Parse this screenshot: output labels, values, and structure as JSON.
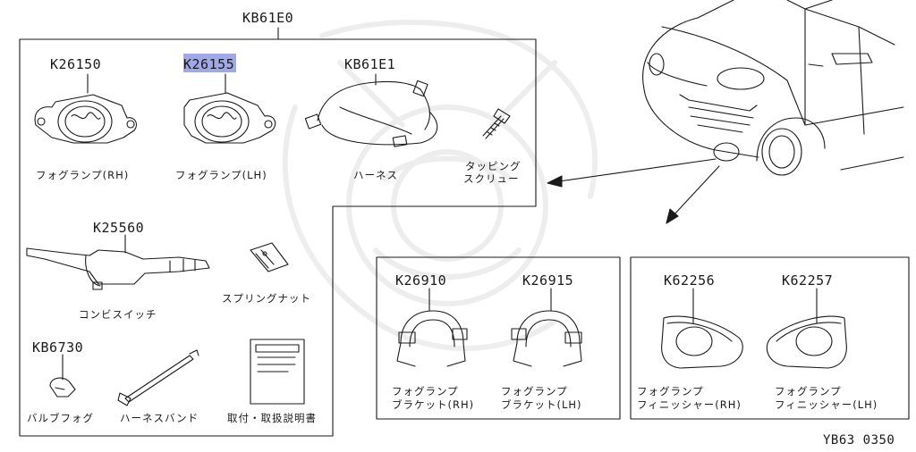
{
  "assembly": {
    "code": "KB61E0"
  },
  "parts": [
    {
      "id": "fog-lamp-rh",
      "code": "K26150",
      "name": "フォグランプ(RH)"
    },
    {
      "id": "fog-lamp-lh",
      "code": "K26155",
      "name": "フォグランプ(LH)",
      "highlighted": true
    },
    {
      "id": "harness",
      "code": "KB61E1",
      "name": "ハーネス"
    },
    {
      "id": "tapping-screw",
      "code": "",
      "name_line1": "タッピング",
      "name_line2": "スクリュー"
    },
    {
      "id": "combination-switch",
      "code": "K25560",
      "name": "コンビスイッチ"
    },
    {
      "id": "spring-nut",
      "code": "",
      "name": "スプリングナット"
    },
    {
      "id": "bulb-fog",
      "code": "KB6730",
      "name": "バルブフォグ"
    },
    {
      "id": "harness-band",
      "code": "",
      "name": "ハーネスバンド"
    },
    {
      "id": "instruction-manual",
      "code": "",
      "name": "取付・取扱説明書"
    },
    {
      "id": "fog-bracket-rh",
      "code": "K26910",
      "name_line1": "フォグランプ",
      "name_line2": "ブラケット(RH)"
    },
    {
      "id": "fog-bracket-lh",
      "code": "K26915",
      "name_line1": "フォグランプ",
      "name_line2": "ブラケット(LH)"
    },
    {
      "id": "fog-finisher-rh",
      "code": "K62256",
      "name_line1": "フォグランプ",
      "name_line2": "フィニッシャー(RH)"
    },
    {
      "id": "fog-finisher-lh",
      "code": "K62257",
      "name_line1": "フォグランプ",
      "name_line2": "フィニッシャー(LH)"
    }
  ],
  "diagram_ref": "YB63 0350",
  "colors": {
    "line": "#1a1a1a",
    "highlight": "#8f9ae0",
    "watermark": "#ededed"
  }
}
